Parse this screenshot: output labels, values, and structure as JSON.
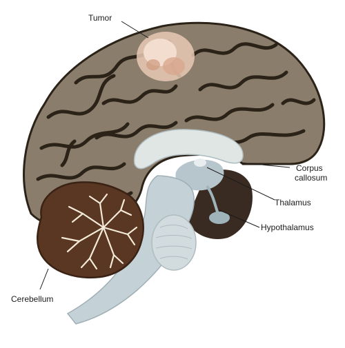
{
  "labels": {
    "tumor": "Tumor",
    "corpus_callosum_line1": "Corpus",
    "corpus_callosum_line2": "callosum",
    "thalamus": "Thalamus",
    "hypothalamus": "Hypothalamus",
    "cerebellum": "Cerebellum"
  },
  "colors": {
    "cortex": "#8b7d6b",
    "sulci": "#2b2218",
    "brainstem": "#c4d1d6",
    "cerebellum": "#5a3722",
    "tumor": "#e8c9b5",
    "deep_tissue": "#3a2b22"
  }
}
